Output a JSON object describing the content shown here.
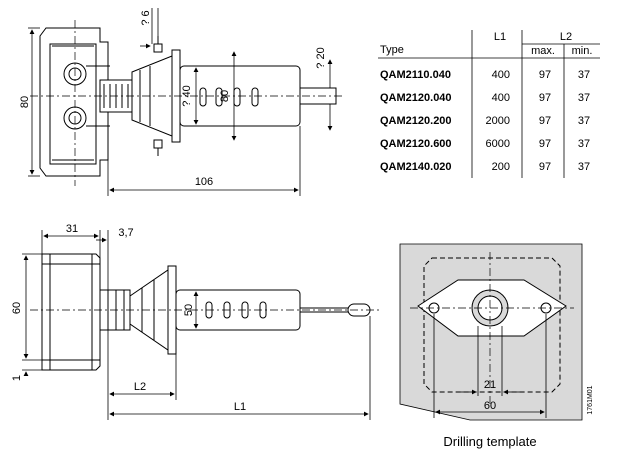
{
  "table": {
    "header": {
      "type": "Type",
      "l1": "L1",
      "l2": "L2",
      "max": "max.",
      "min": "min."
    },
    "rows": [
      {
        "type": "QAM2110.040",
        "l1": "400",
        "max": "97",
        "min": "37"
      },
      {
        "type": "QAM2120.040",
        "l1": "400",
        "max": "97",
        "min": "37"
      },
      {
        "type": "QAM2120.200",
        "l1": "2000",
        "max": "97",
        "min": "37"
      },
      {
        "type": "QAM2120.600",
        "l1": "6000",
        "max": "97",
        "min": "37"
      },
      {
        "type": "QAM2140.020",
        "l1": "200",
        "max": "97",
        "min": "37"
      }
    ]
  },
  "top_view": {
    "dim_height": "80",
    "dim_6": "? 6",
    "dim_20": "? 20",
    "dim_40": "? 40",
    "dim_80_inner": "80",
    "dim_106": "106"
  },
  "side_view": {
    "dim_31": "31",
    "dim_3_7": "3,7",
    "dim_60": "60",
    "dim_1": "1",
    "dim_50": "50",
    "dim_l2": "L2",
    "dim_l1": "L1"
  },
  "drilling": {
    "dim_21": "21",
    "dim_60": "60",
    "drawing_number": "1761M01",
    "caption": "Drilling template"
  },
  "colors": {
    "line": "#000000",
    "template_fill": "#d9d9d9",
    "gray": "#bfbfbf"
  }
}
